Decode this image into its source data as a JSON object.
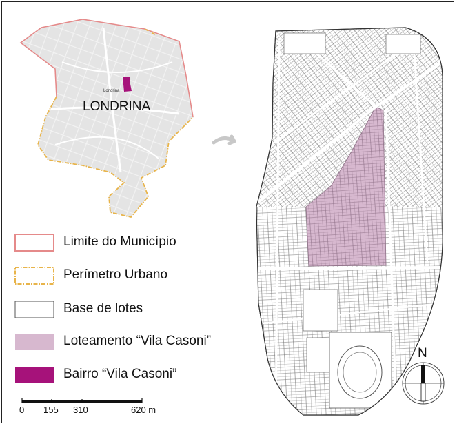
{
  "inset": {
    "city_label": "LONDRINA",
    "small_label": "Londrina"
  },
  "legend": {
    "items": [
      {
        "label": "Limite do Município",
        "swatch": "municipio",
        "stroke": "#e58a8a",
        "fill": "#ffffff"
      },
      {
        "label": "Perímetro Urbano",
        "swatch": "perimetro",
        "stroke": "#e8b44a",
        "fill": "#ffffff"
      },
      {
        "label": "Base de lotes",
        "swatch": "lotes",
        "stroke": "#555555",
        "fill": "#ffffff"
      },
      {
        "label": "Loteamento “Vila Casoni”",
        "swatch": "loteamento",
        "stroke": "#d7b8cf",
        "fill": "#d7b8cf"
      },
      {
        "label": "Bairro “Vila Casoni”",
        "swatch": "bairro",
        "stroke": "#a6127a",
        "fill": "#a6127a"
      }
    ]
  },
  "scale_bar": {
    "ticks": [
      "0",
      "155",
      "310",
      "620 m"
    ]
  },
  "north_arrow": {
    "label": "N"
  },
  "colors": {
    "municipality_fill": "#e6e6e6",
    "municipality_border": "#e58a8a",
    "urban_perimeter": "#e8b44a",
    "lot_lines": "#666666",
    "loteamento": "#d7b8cf",
    "bairro": "#a6127a"
  }
}
